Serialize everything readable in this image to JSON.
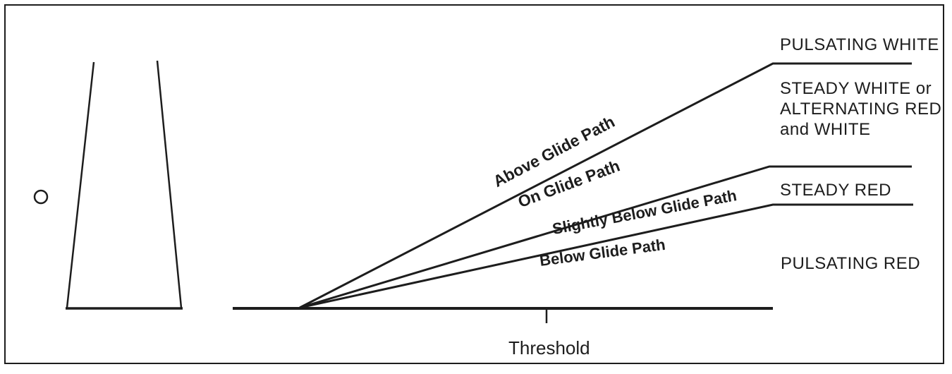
{
  "diagram": {
    "kind": "approach-slope-indicator-glide-path-diagram",
    "ink_color": "#1d1d1d",
    "background_color": "#ffffff",
    "signal_labels": {
      "pulsating_white": "PULSATING WHITE",
      "steady_white_l1": "STEADY WHITE or",
      "steady_white_l2": "ALTERNATING RED",
      "steady_white_l3": "and WHITE",
      "steady_red": "STEADY RED",
      "pulsating_red": "PULSATING RED"
    },
    "glide_path_labels": {
      "above": "Above Glide Path",
      "on": "On Glide Path",
      "slightly_below": "Slightly Below Glide Path",
      "below": "Below Glide Path"
    },
    "ground": {
      "threshold_label": "Threshold"
    }
  }
}
